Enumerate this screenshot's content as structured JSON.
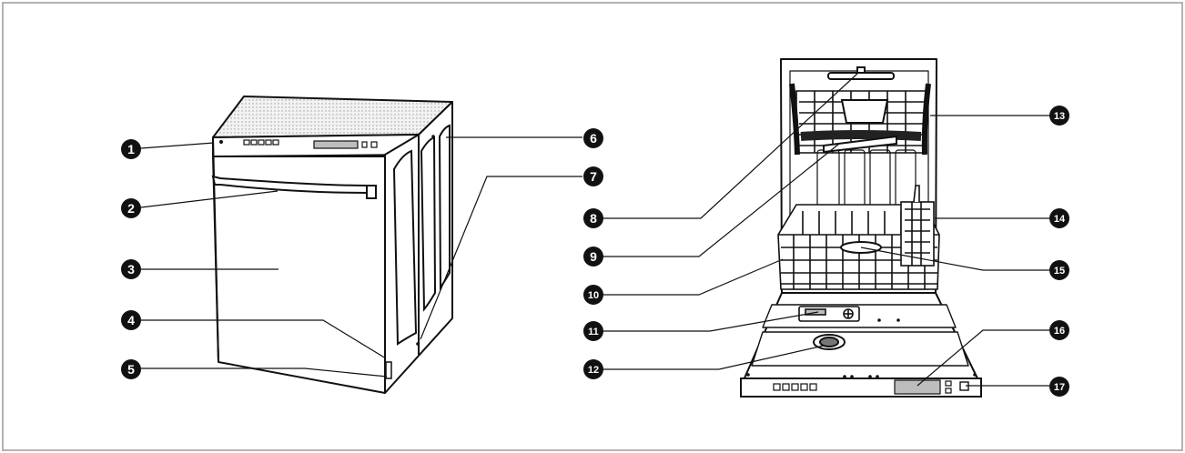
{
  "callouts": [
    {
      "id": "1",
      "label": "1"
    },
    {
      "id": "2",
      "label": "2"
    },
    {
      "id": "3",
      "label": "3"
    },
    {
      "id": "4",
      "label": "4"
    },
    {
      "id": "5",
      "label": "5"
    },
    {
      "id": "6",
      "label": "6"
    },
    {
      "id": "7",
      "label": "7"
    },
    {
      "id": "8",
      "label": "8"
    },
    {
      "id": "9",
      "label": "9"
    },
    {
      "id": "10",
      "label": "10"
    },
    {
      "id": "11",
      "label": "11"
    },
    {
      "id": "12",
      "label": "12"
    },
    {
      "id": "13",
      "label": "13"
    },
    {
      "id": "14",
      "label": "14"
    },
    {
      "id": "15",
      "label": "15"
    },
    {
      "id": "16",
      "label": "16"
    },
    {
      "id": "17",
      "label": "17"
    }
  ],
  "colors": {
    "ink": "#111111",
    "paper": "#ffffff",
    "panel": "#bdbdbd",
    "top": "#e9e9e9",
    "frame": "#9a9a9a"
  }
}
